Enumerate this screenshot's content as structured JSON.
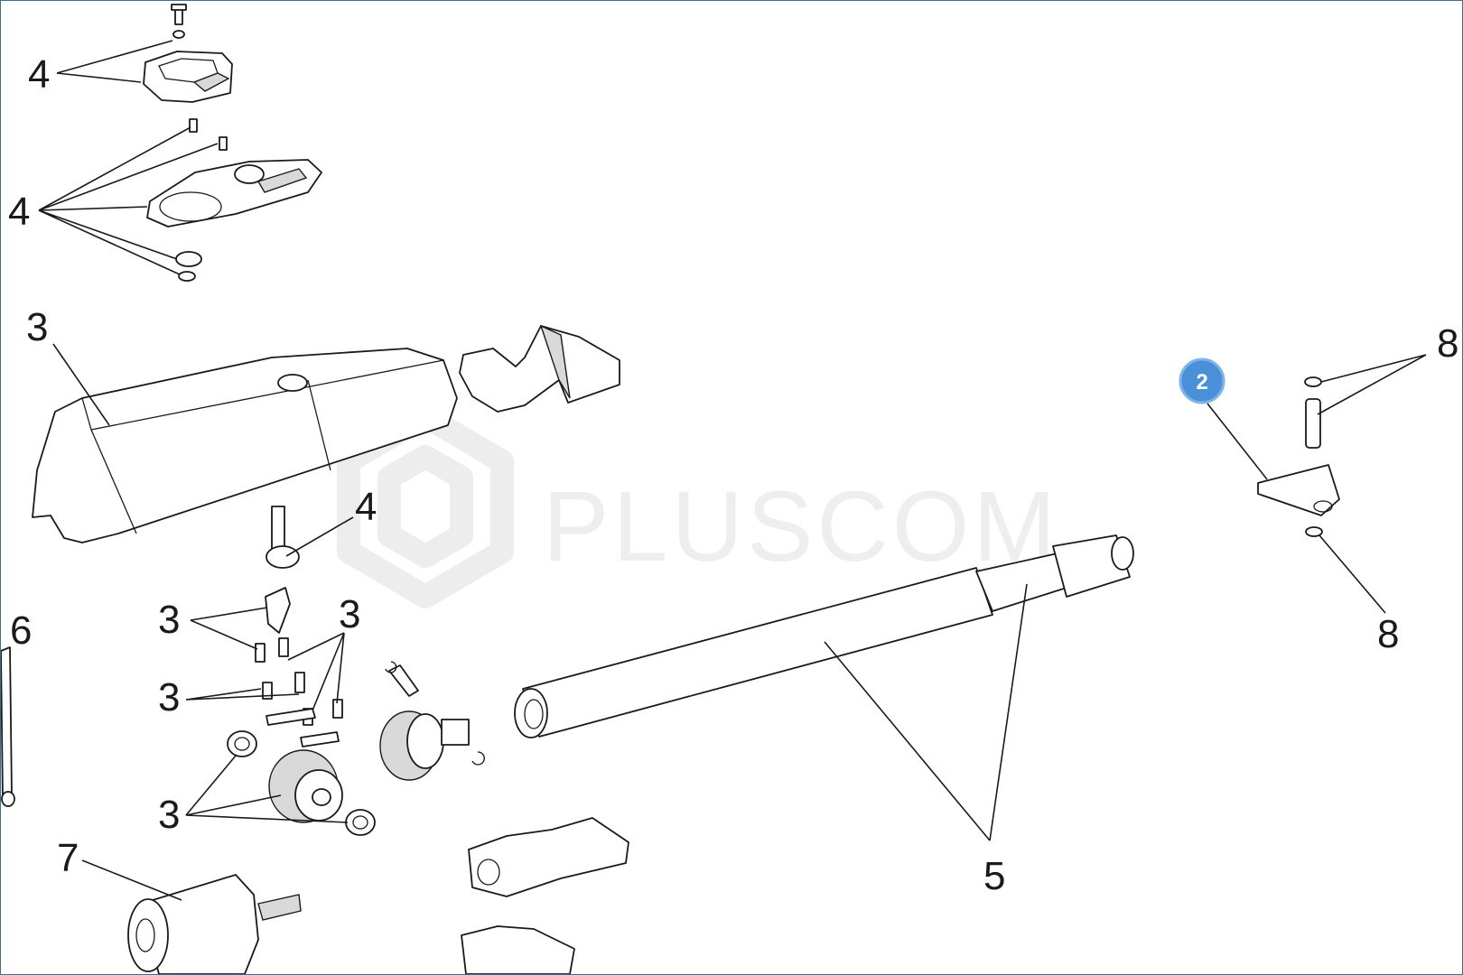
{
  "diagram": {
    "watermark": "PLUSCOM",
    "badge": "2",
    "callouts": [
      {
        "id": "c4a",
        "text": "4"
      },
      {
        "id": "c4b",
        "text": "4"
      },
      {
        "id": "c3a",
        "text": "3"
      },
      {
        "id": "c4c",
        "text": "4"
      },
      {
        "id": "c6",
        "text": "6"
      },
      {
        "id": "c3b",
        "text": "3"
      },
      {
        "id": "c3c",
        "text": "3"
      },
      {
        "id": "c3d",
        "text": "3"
      },
      {
        "id": "c3e",
        "text": "3"
      },
      {
        "id": "c7",
        "text": "7"
      },
      {
        "id": "c5",
        "text": "5"
      },
      {
        "id": "c8a",
        "text": "8"
      },
      {
        "id": "c8b",
        "text": "8"
      }
    ]
  },
  "colors": {
    "line": "#1a1a1a",
    "badge": "#4a90d9",
    "frame_border": "#3f6f8f",
    "watermark": "#eeeeee"
  }
}
